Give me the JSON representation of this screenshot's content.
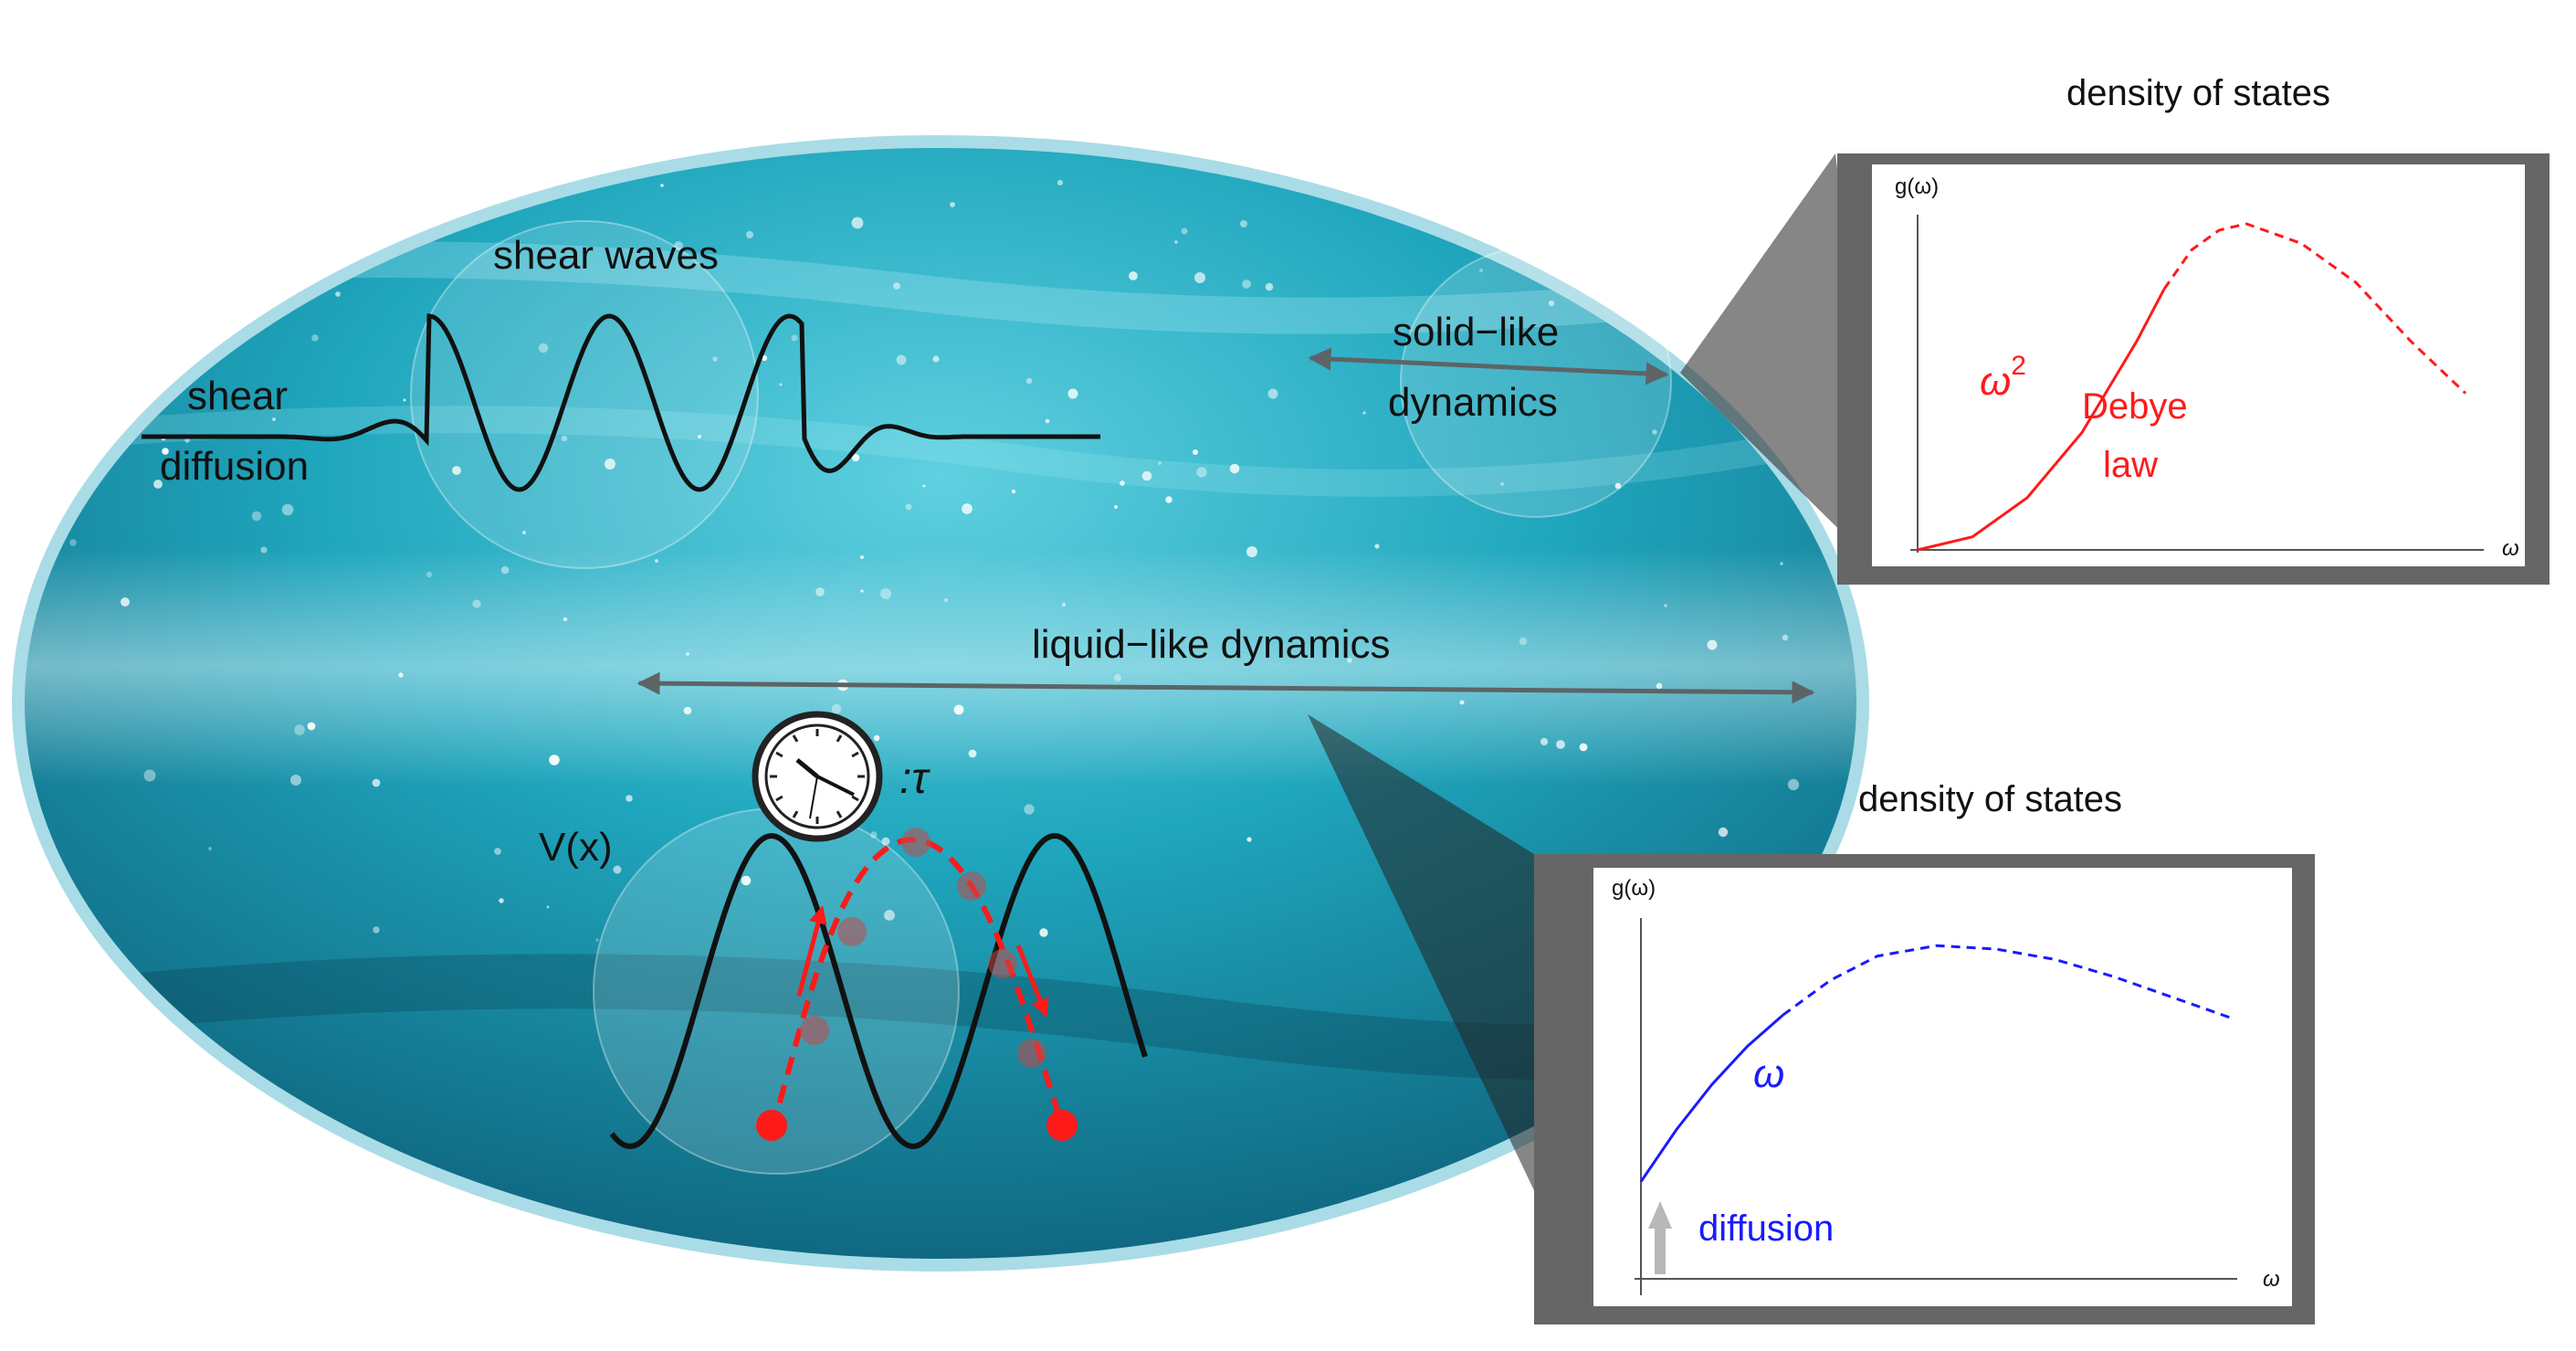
{
  "labels": {
    "shear_waves": "shear waves",
    "shear": "shear",
    "diffusion_left": "diffusion",
    "solid_like": "solid−like",
    "dynamics": "dynamics",
    "liquid_like": "liquid−like dynamics",
    "tau": ":τ",
    "potential": "V(x)"
  },
  "colors": {
    "water_light": "#5fd0e0",
    "water_mid": "#1fa6bd",
    "water_dark": "#0d5f78",
    "ellipse_border": "#a9dce6",
    "panel_shadow": "#666666",
    "red": "#ff1a1a",
    "blue": "#1a1aff",
    "arrow_gray": "#5d6466"
  },
  "icons": [
    "clock-icon"
  ],
  "chart_data": [
    {
      "type": "line",
      "title": "density of states",
      "ylabel": "g(ω)",
      "xlabel": "ω",
      "grid": false,
      "annotations": [
        "Debye",
        "law"
      ],
      "annotation_power_base": "ω",
      "annotation_power_exp": "2",
      "series": [
        {
          "style": "solid",
          "color": "#ff1a1a",
          "x": [
            0.0,
            0.1,
            0.2,
            0.3,
            0.4,
            0.45
          ],
          "y": [
            0.0,
            0.04,
            0.16,
            0.36,
            0.64,
            0.8
          ]
        },
        {
          "style": "dashed",
          "color": "#ff1a1a",
          "x": [
            0.45,
            0.5,
            0.55,
            0.6,
            0.7,
            0.8,
            0.9,
            1.0
          ],
          "y": [
            0.8,
            0.92,
            0.98,
            1.0,
            0.94,
            0.82,
            0.64,
            0.48
          ]
        }
      ]
    },
    {
      "type": "line",
      "title": "density of states",
      "ylabel": "g(ω)",
      "xlabel": "ω",
      "grid": false,
      "annotations": [
        "ω",
        "diffusion"
      ],
      "series": [
        {
          "style": "solid",
          "color": "#1a1aff",
          "x": [
            0.0,
            0.06,
            0.12,
            0.18,
            0.24
          ],
          "y": [
            0.28,
            0.43,
            0.56,
            0.67,
            0.76
          ]
        },
        {
          "style": "dashed",
          "color": "#1a1aff",
          "x": [
            0.24,
            0.32,
            0.4,
            0.5,
            0.6,
            0.7,
            0.8,
            0.9,
            1.0
          ],
          "y": [
            0.76,
            0.86,
            0.93,
            0.96,
            0.95,
            0.92,
            0.87,
            0.81,
            0.75
          ]
        }
      ]
    }
  ]
}
